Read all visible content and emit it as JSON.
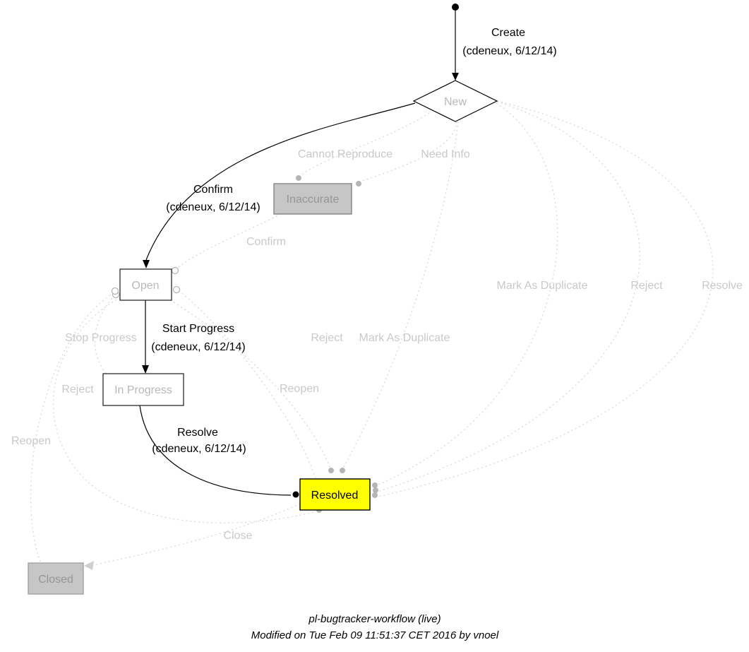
{
  "diagram": {
    "nodes": {
      "new": {
        "label": "New"
      },
      "inaccurate": {
        "label": "Inaccurate"
      },
      "open": {
        "label": "Open"
      },
      "in_progress": {
        "label": "In Progress"
      },
      "resolved": {
        "label": "Resolved"
      },
      "closed": {
        "label": "Closed"
      }
    },
    "edges": {
      "create": {
        "label": "Create",
        "detail": "(cdeneux, 6/12/14)"
      },
      "confirm": {
        "label": "Confirm",
        "detail": "(cdeneux, 6/12/14)"
      },
      "start_progress": {
        "label": "Start Progress",
        "detail": "(cdeneux, 6/12/14)"
      },
      "resolve": {
        "label": "Resolve",
        "detail": "(cdeneux, 6/12/14)"
      },
      "cannot_reproduce": {
        "label": "Cannot Reproduce"
      },
      "need_info": {
        "label": "Need Info"
      },
      "confirm_inactive": {
        "label": "Confirm"
      },
      "mark_as_duplicate_from_new": {
        "label": "Mark As Duplicate"
      },
      "reject_from_new": {
        "label": "Reject"
      },
      "resolve_from_new": {
        "label": "Resolve"
      },
      "stop_progress": {
        "label": "Stop Progress"
      },
      "reject_from_in_progress": {
        "label": "Reject"
      },
      "reject_from_open": {
        "label": "Reject"
      },
      "mark_as_duplicate_from_open": {
        "label": "Mark As Duplicate"
      },
      "reopen_from_resolved": {
        "label": "Reopen"
      },
      "reopen_from_closed": {
        "label": "Reopen"
      },
      "close": {
        "label": "Close"
      }
    },
    "footer": {
      "title": "pl-bugtracker-workflow (live)",
      "modified": "Modified on Tue Feb 09 11:51:37 CET 2016 by vnoel"
    },
    "colors": {
      "resolved_fill": "#ffff00",
      "inactive_fill": "#c6c6c6",
      "inactive_label": "#c9c9c9",
      "inactive_edge": "#d5d5d5"
    }
  }
}
